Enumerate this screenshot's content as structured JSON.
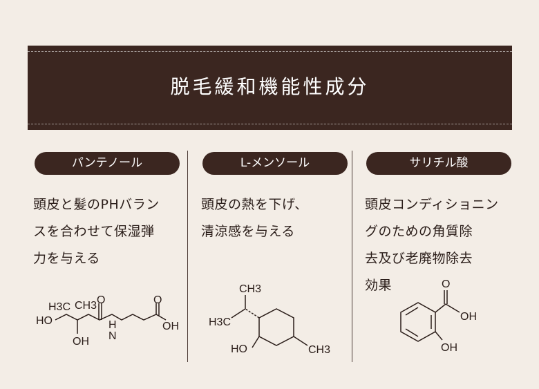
{
  "header": {
    "title": "脱毛緩和機能性成分"
  },
  "columns": [
    {
      "name": "パンテノール",
      "description": "頭皮と髪のPHバラン\nスを合わせて保湿弾\n力を与える",
      "labels": {
        "h3c": "H3C",
        "ch3": "CH3",
        "o": "O",
        "ho": "HO",
        "oh": "OH",
        "n": "N",
        "h": "H",
        "o2": "O",
        "oh2": "OH"
      }
    },
    {
      "name": "L-メンソール",
      "description": "頭皮の熱を下げ、\n清涼感を与える",
      "labels": {
        "ch3": "CH3",
        "h3c": "H3C",
        "ho": "HO",
        "ch3b": "CH3"
      }
    },
    {
      "name": "サリチル酸",
      "description": "頭皮コンディショニン\nグのための角質除\n去及び老廃物除去\n効果",
      "labels": {
        "o": "O",
        "oh": "OH",
        "oh2": "OH"
      }
    }
  ]
}
